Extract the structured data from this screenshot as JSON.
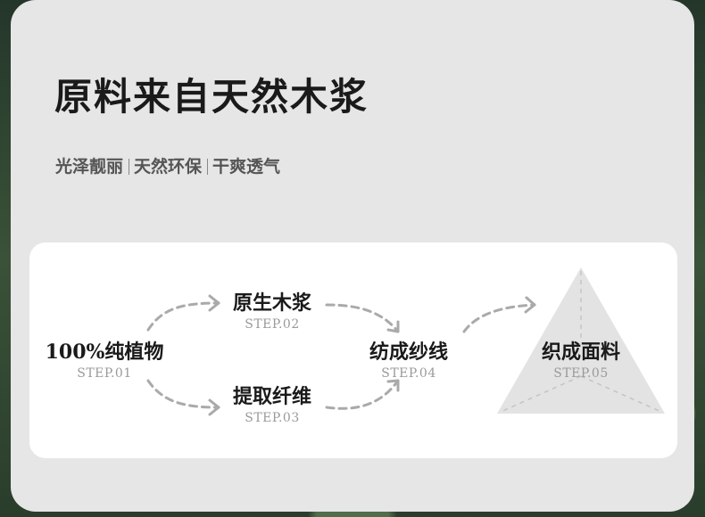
{
  "title": "原料来自天然木浆",
  "subtitle": {
    "items": [
      "光泽靓丽",
      "天然环保",
      "干爽透气"
    ]
  },
  "flow": {
    "steps": [
      {
        "label": "100%纯植物",
        "step": "STEP.01"
      },
      {
        "label": "原生木浆",
        "step": "STEP.02"
      },
      {
        "label": "提取纤维",
        "step": "STEP.03"
      },
      {
        "label": "纺成纱线",
        "step": "STEP.04"
      },
      {
        "label": "织成面料",
        "step": "STEP.05"
      }
    ]
  },
  "colors": {
    "card": "#e6e6e6",
    "panel": "#ffffff",
    "arrow": "#aaaaaa",
    "triangle": "#e3e3e3",
    "title": "#1a1a1a",
    "step": "#9a9a9a"
  }
}
